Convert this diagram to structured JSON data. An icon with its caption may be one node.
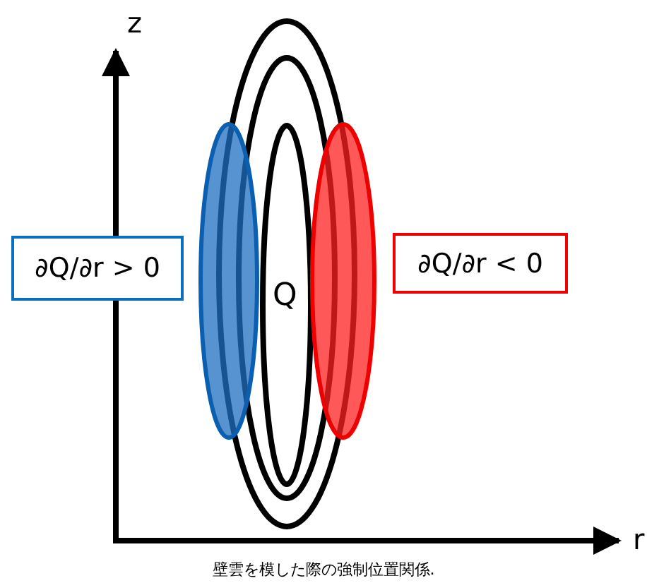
{
  "diagram": {
    "caption": "壁雲を模した際の強制位置関係.",
    "nodes": [
      {
        "text": [
          "∂Q/∂r > 0"
        ]
      },
      {
        "text": [
          "∂Q/∂r < 0"
        ]
      }
    ],
    "labels": [
      "z",
      "r",
      "Q"
    ]
  }
}
